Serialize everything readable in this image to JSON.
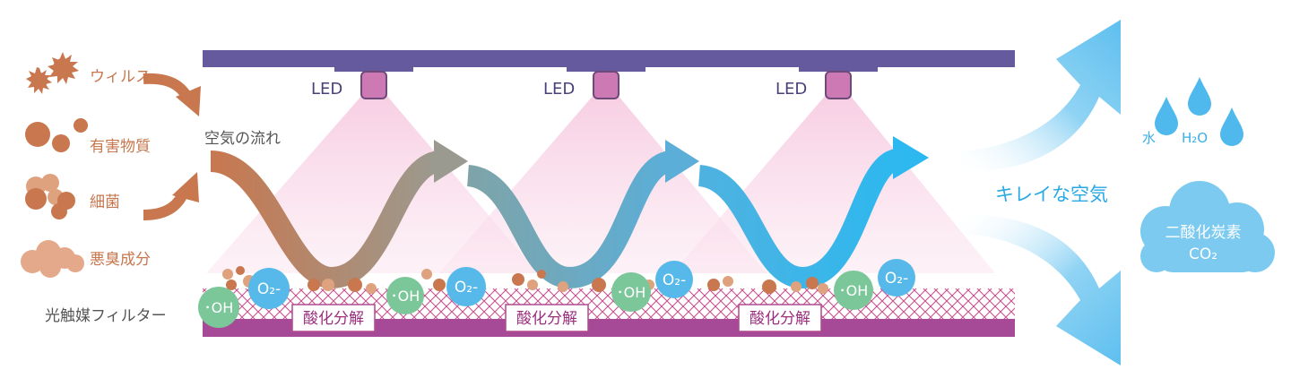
{
  "pollutants": [
    {
      "label": "ウィルス"
    },
    {
      "label": "有害物質"
    },
    {
      "label": "細菌"
    },
    {
      "label": "悪臭成分"
    }
  ],
  "airflow_label": "空気の流れ",
  "led_label": "LED",
  "filter_label": "光触媒フィルター",
  "decomposition_label": "酸化分解",
  "radical_oh": "･OH",
  "radical_o2": "O₂-",
  "clean_air_label": "キレイな空気",
  "water_label": "水",
  "water_formula": "H₂O",
  "co2_label": "二酸化炭素",
  "co2_formula": "CO₂",
  "colors": {
    "frame_top": "#665a9e",
    "frame_bottom": "#a64a98",
    "led_body": "#cc79b4",
    "pollutant": "#c8774e",
    "pollutant_light": "#dfa27e",
    "oh_bubble": "#7cc79a",
    "o2_bubble": "#56b9ea",
    "clean_air": "#3bb4ec",
    "cloud": "#7ccaf0"
  }
}
